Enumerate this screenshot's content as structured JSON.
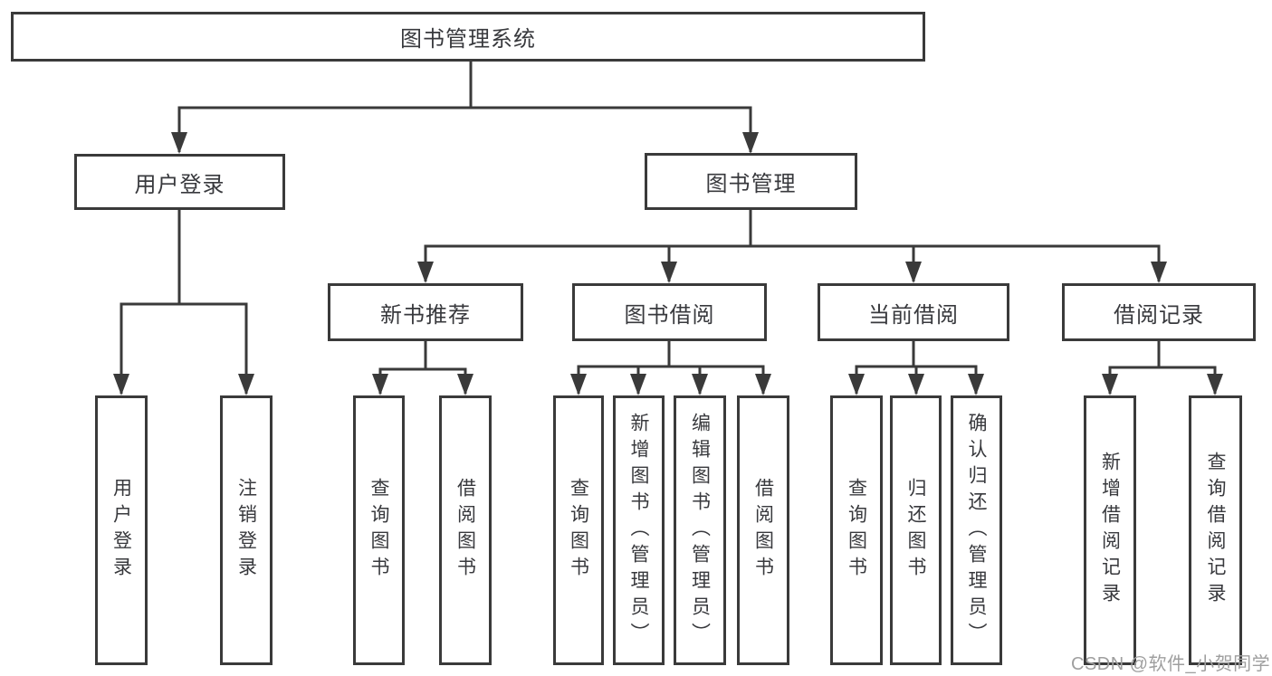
{
  "colors": {
    "line": "#3a3a3a",
    "text": "#38393d",
    "watermark": "#9f9f9f",
    "canvas": "#ffffff"
  },
  "diagram": {
    "root": {
      "label": "图书管理系统"
    },
    "level2": [
      {
        "label": "用户登录"
      },
      {
        "label": "图书管理"
      }
    ],
    "level3": [
      {
        "label": "新书推荐"
      },
      {
        "label": "图书借阅"
      },
      {
        "label": "当前借阅"
      },
      {
        "label": "借阅记录"
      }
    ],
    "leaves": {
      "user_login": [
        {
          "label": "用户登录"
        },
        {
          "label": "注销登录"
        }
      ],
      "new_book_recommend": [
        {
          "label": "查询图书"
        },
        {
          "label": "借阅图书"
        }
      ],
      "book_borrow": [
        {
          "label": "查询图书"
        },
        {
          "label": "新增图书（管理员）"
        },
        {
          "label": "编辑图书（管理员）"
        },
        {
          "label": "借阅图书"
        }
      ],
      "current_borrow": [
        {
          "label": "查询图书"
        },
        {
          "label": "归还图书"
        },
        {
          "label": "确认归还（管理员）"
        }
      ],
      "borrow_records": [
        {
          "label": "新增借阅记录"
        },
        {
          "label": "查询借阅记录"
        }
      ]
    }
  },
  "watermark": {
    "text": "CSDN @软件_小贺同学"
  }
}
